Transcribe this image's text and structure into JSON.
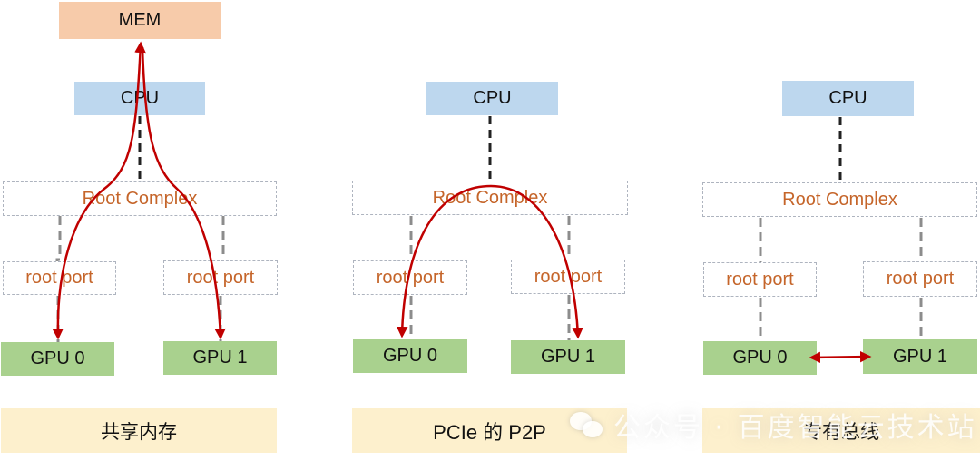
{
  "panels": [
    {
      "name": "shared-memory",
      "mem": "MEM",
      "cpu": "CPU",
      "root_complex": "Root Complex",
      "root_ports": [
        "root port",
        "root port"
      ],
      "gpus": [
        "GPU 0",
        "GPU 1"
      ],
      "caption": "共享内存",
      "path": "GPU 0 ↔ MEM ↔ GPU 1 via CPU"
    },
    {
      "name": "pcie-p2p",
      "cpu": "CPU",
      "root_complex": "Root Complex",
      "root_ports": [
        "root port",
        "root port"
      ],
      "gpus": [
        "GPU 0",
        "GPU 1"
      ],
      "caption": "PCIe 的 P2P",
      "path": "GPU 0 ↔ GPU 1 via Root Complex"
    },
    {
      "name": "dedicated-bus",
      "cpu": "CPU",
      "root_complex": "Root Complex",
      "root_ports": [
        "root port",
        "root port"
      ],
      "gpus": [
        "GPU 0",
        "GPU 1"
      ],
      "caption": "专有总线",
      "path": "GPU 0 ↔ GPU 1 direct"
    }
  ],
  "watermark": "公众号 · 百度智能云技术站",
  "colors": {
    "mem": "#f7cbaa",
    "cpu": "#bdd7ee",
    "gpu": "#a9d18e",
    "caption_bg": "#fdf0cd",
    "dashed_border": "#aeb4bf",
    "orange_text": "#c5652a",
    "arrow": "#c00000"
  }
}
